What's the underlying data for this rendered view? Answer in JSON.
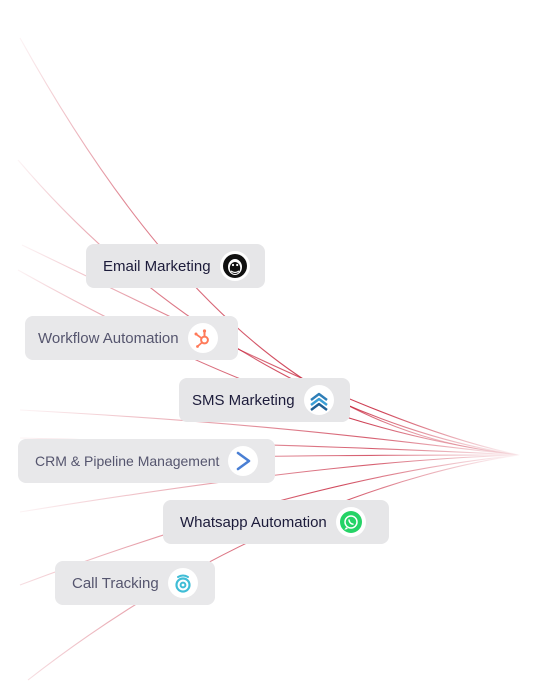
{
  "integrations": [
    {
      "label": "Email Marketing",
      "icon": "mailchimp-icon"
    },
    {
      "label": "Workflow Automation",
      "icon": "hubspot-icon"
    },
    {
      "label": "SMS Marketing",
      "icon": "chevrons-up-icon"
    },
    {
      "label": "CRM & Pipeline Management",
      "icon": "arrow-right-icon"
    },
    {
      "label": "Whatsapp Automation",
      "icon": "whatsapp-icon"
    },
    {
      "label": "Call Tracking",
      "icon": "call-tracking-icon"
    }
  ],
  "colors": {
    "line": "#c8283f",
    "chip_bg": "#e6e6e8",
    "text": "#1c1b3a",
    "hubspot": "#ff7a59",
    "sms": "#2f7fb8",
    "crm": "#4a7fd4",
    "whatsapp": "#25d366",
    "call_tracking": "#3fbdd6"
  }
}
